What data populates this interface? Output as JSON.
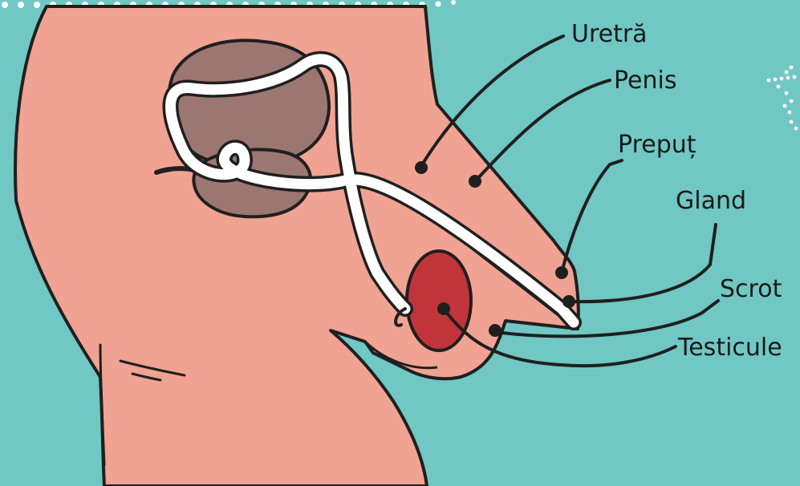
{
  "labels": {
    "uretra": "Uretră",
    "penis": "Penis",
    "preput": "Prepuț",
    "gland": "Gland",
    "scrot": "Scrot",
    "testicule": "Testicule"
  },
  "colors": {
    "background": "#70c7c3",
    "skin": "#f0a392",
    "bladder": "#9c7771",
    "testicle": "#c1353a",
    "outline": "#1f1f1f",
    "duct": "#ffffff",
    "dots": "#ffffff"
  }
}
